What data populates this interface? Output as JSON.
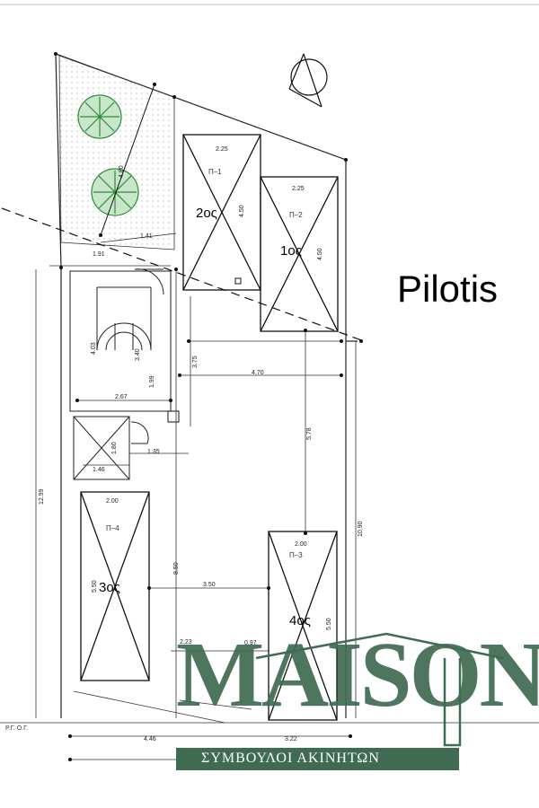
{
  "title": "Pilotis",
  "plots_text": "Ρ.Γ. Ο.Γ.",
  "spaces": [
    {
      "id": "P1",
      "code": "Π–1",
      "floor": "2ος",
      "w": "2.25",
      "h": "4.50"
    },
    {
      "id": "P2",
      "code": "Π–2",
      "floor": "1ος",
      "w": "2.25",
      "h": "4.50"
    },
    {
      "id": "P3",
      "code": "Π–3",
      "floor": "4ος",
      "w": "2.00",
      "h": "5.50"
    },
    {
      "id": "P4",
      "code": "Π–4",
      "floor": "3ος",
      "w": "2.00",
      "h": "5.50"
    }
  ],
  "dimensions": {
    "d480": "4.80",
    "d141": "1.41",
    "d191": "1.91",
    "d403": "4.03",
    "d340": "3.40",
    "d375": "3.75",
    "d199": "1.99",
    "d470": "4.70",
    "d267": "2.67",
    "d578": "5.78",
    "d180": "1.80",
    "d135": "1.35",
    "d146": "1.46",
    "d1299": "12.99",
    "d1090": "10.90",
    "d850": "8.50",
    "d350": "3.50",
    "d223": "2.23",
    "d097": "0.97",
    "d446": "4.46",
    "d322": "3.22"
  },
  "brand": {
    "name": "MAISON",
    "tagline": "ΣΥΜΒΟΥΛΟΙ ΑΚΙΝΗΤΩΝ",
    "color": "#3f6b52"
  }
}
